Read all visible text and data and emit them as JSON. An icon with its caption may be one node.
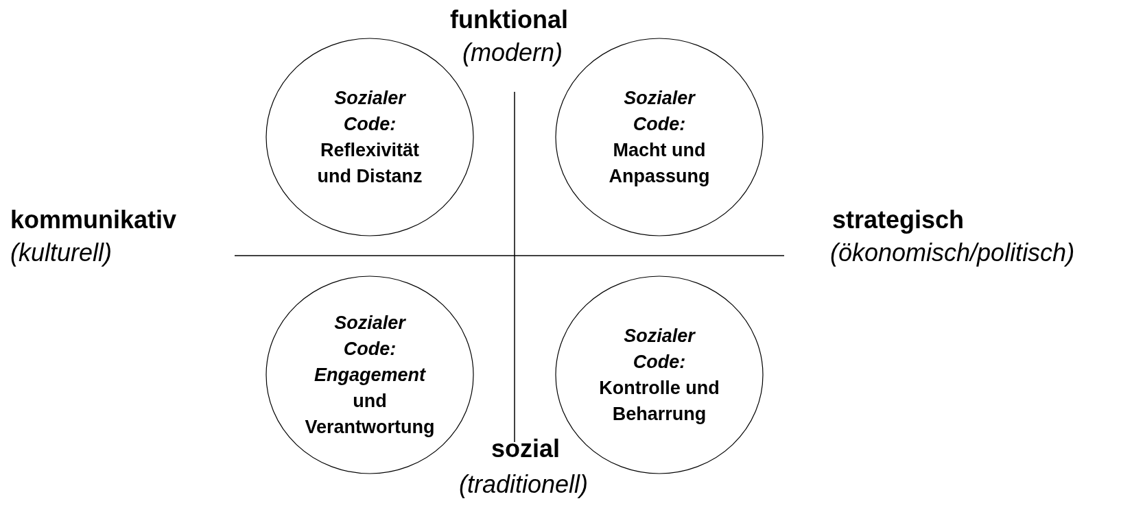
{
  "diagram": {
    "nodes": [
      {
        "text": [
          "Sozialer Code:",
          "Reflexivität und Distanz"
        ]
      },
      {
        "text": [
          "Sozialer Code:",
          "Macht und Anpassung"
        ]
      },
      {
        "text": [
          "Sozialer Code:",
          "*Engagement* und Verantwortung"
        ]
      },
      {
        "text": [
          "Sozialer Code:",
          "Kontrolle und Beharrung"
        ]
      }
    ],
    "labels": [
      "funktional",
      "(modern)",
      "kommunikativ",
      "(kulturell)",
      "strategisch",
      "(ökonomisch/politisch)",
      "sozial",
      "(traditionell)"
    ]
  }
}
